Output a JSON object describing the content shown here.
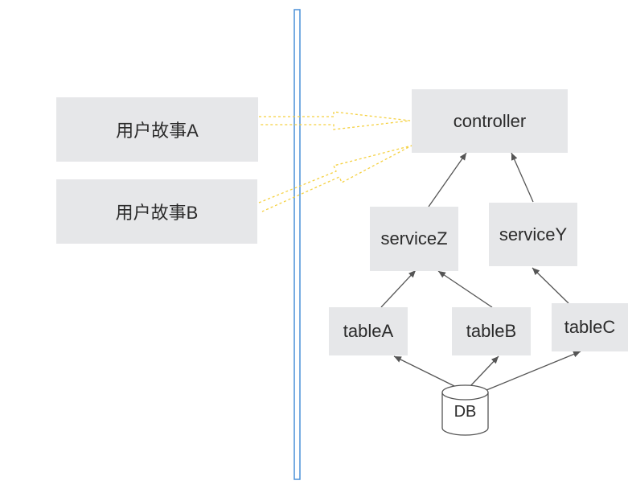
{
  "nodes": {
    "story_a": "用户故事A",
    "story_b": "用户故事B",
    "controller": "controller",
    "service_z": "serviceZ",
    "service_y": "serviceY",
    "table_a": "tableA",
    "table_b": "tableB",
    "table_c": "tableC",
    "db": "DB"
  },
  "colors": {
    "node_fill": "#e6e7e9",
    "divider": "#4a90d9",
    "dashed_arrow": "#f5d142",
    "solid_arrow": "#555555"
  }
}
